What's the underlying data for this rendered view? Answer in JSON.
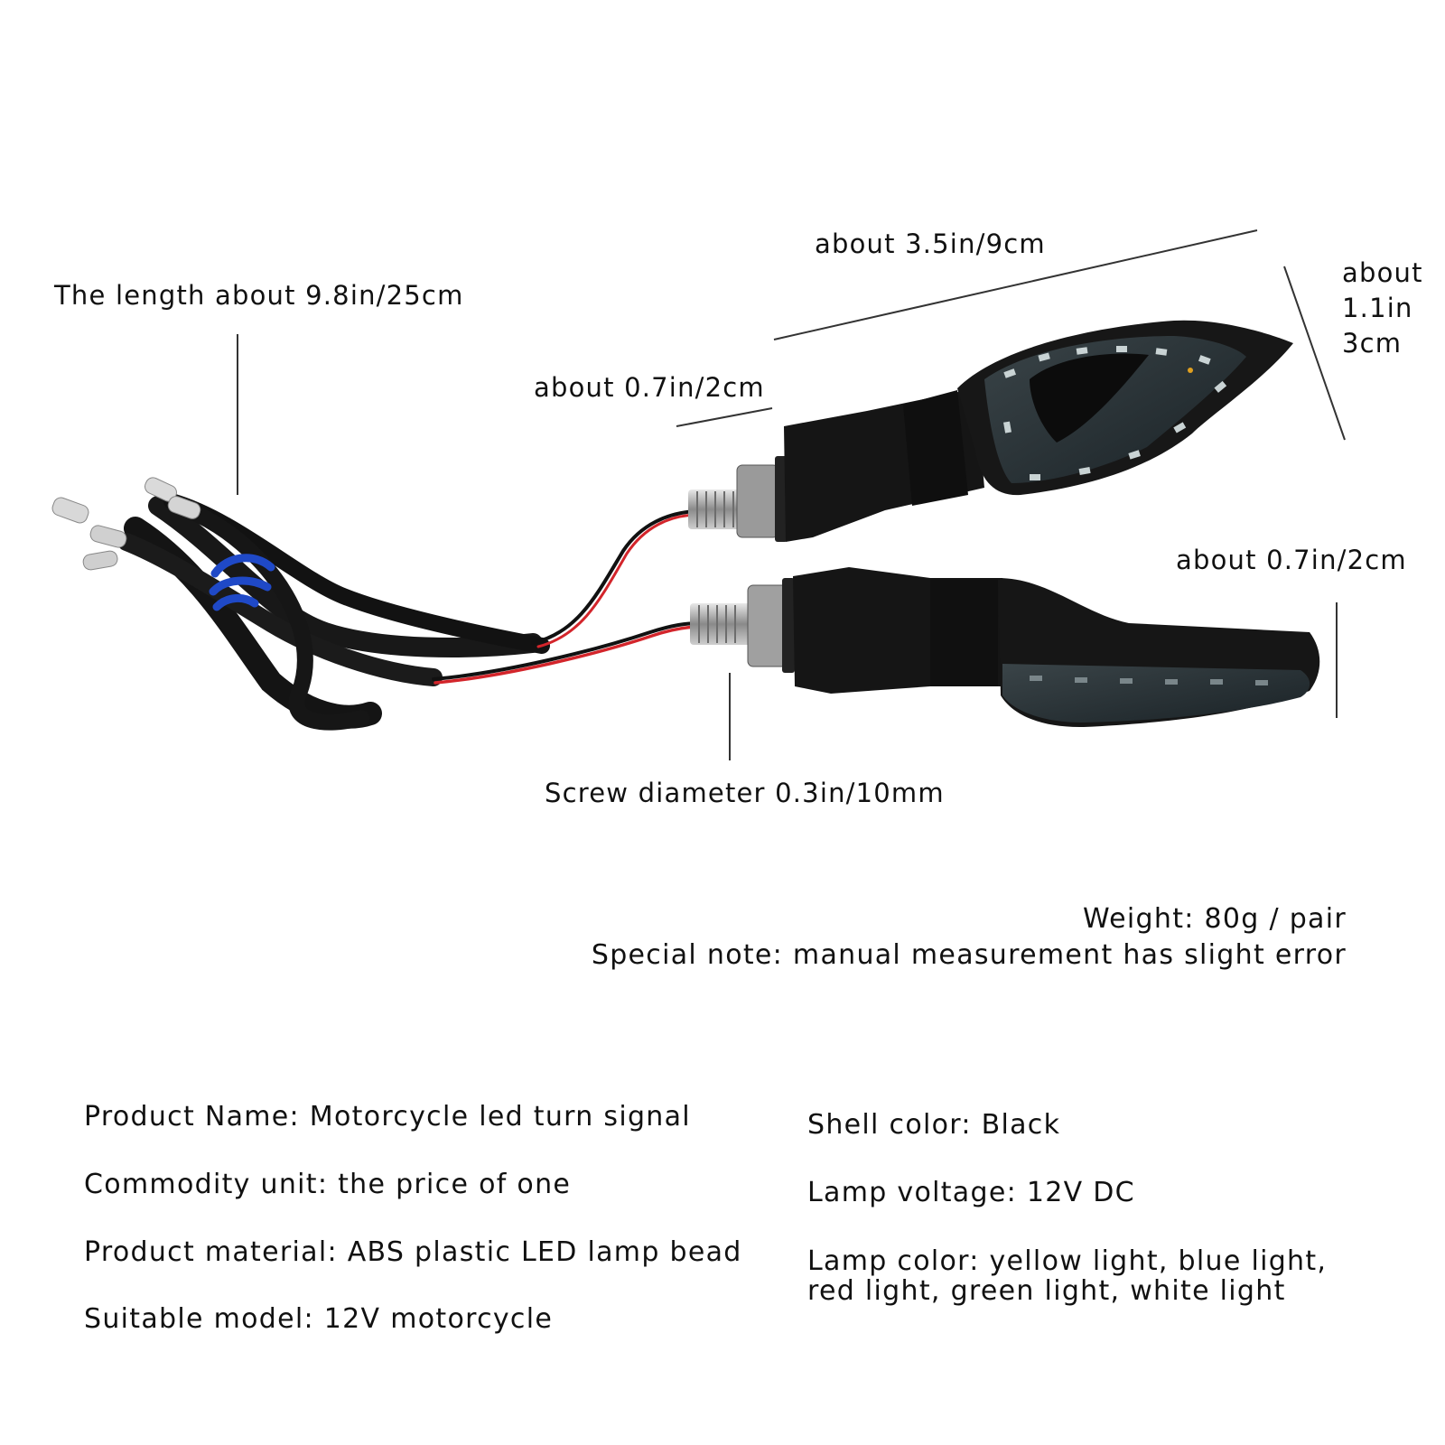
{
  "dimensions": {
    "total_length": "The length about 9.8in/25cm",
    "lamp_length": "about 3.5in/9cm",
    "lamp_height": [
      "about",
      "1.1in",
      "3cm"
    ],
    "neck_top": "about 0.7in/2cm",
    "lamp_width_lower": "about 0.7in/2cm",
    "screw_diameter": "Screw diameter 0.3in/10mm"
  },
  "notes": {
    "weight": "Weight: 80g / pair",
    "special_note": "Special note: manual measurement has slight error"
  },
  "specs": {
    "left": [
      "Product Name: Motorcycle led turn signal",
      "Commodity unit: the price of one",
      "Product material: ABS plastic LED lamp bead",
      "Suitable model: 12V motorcycle"
    ],
    "right": [
      "Shell color: Black",
      "Lamp voltage: 12V DC",
      "Lamp color: yellow light, blue light,",
      "red light, green light, white light"
    ]
  },
  "colors": {
    "shell": "#161616",
    "wire_red": "#d3252b",
    "cable_tie": "#1f49c7",
    "led": "#c9d3d4"
  }
}
